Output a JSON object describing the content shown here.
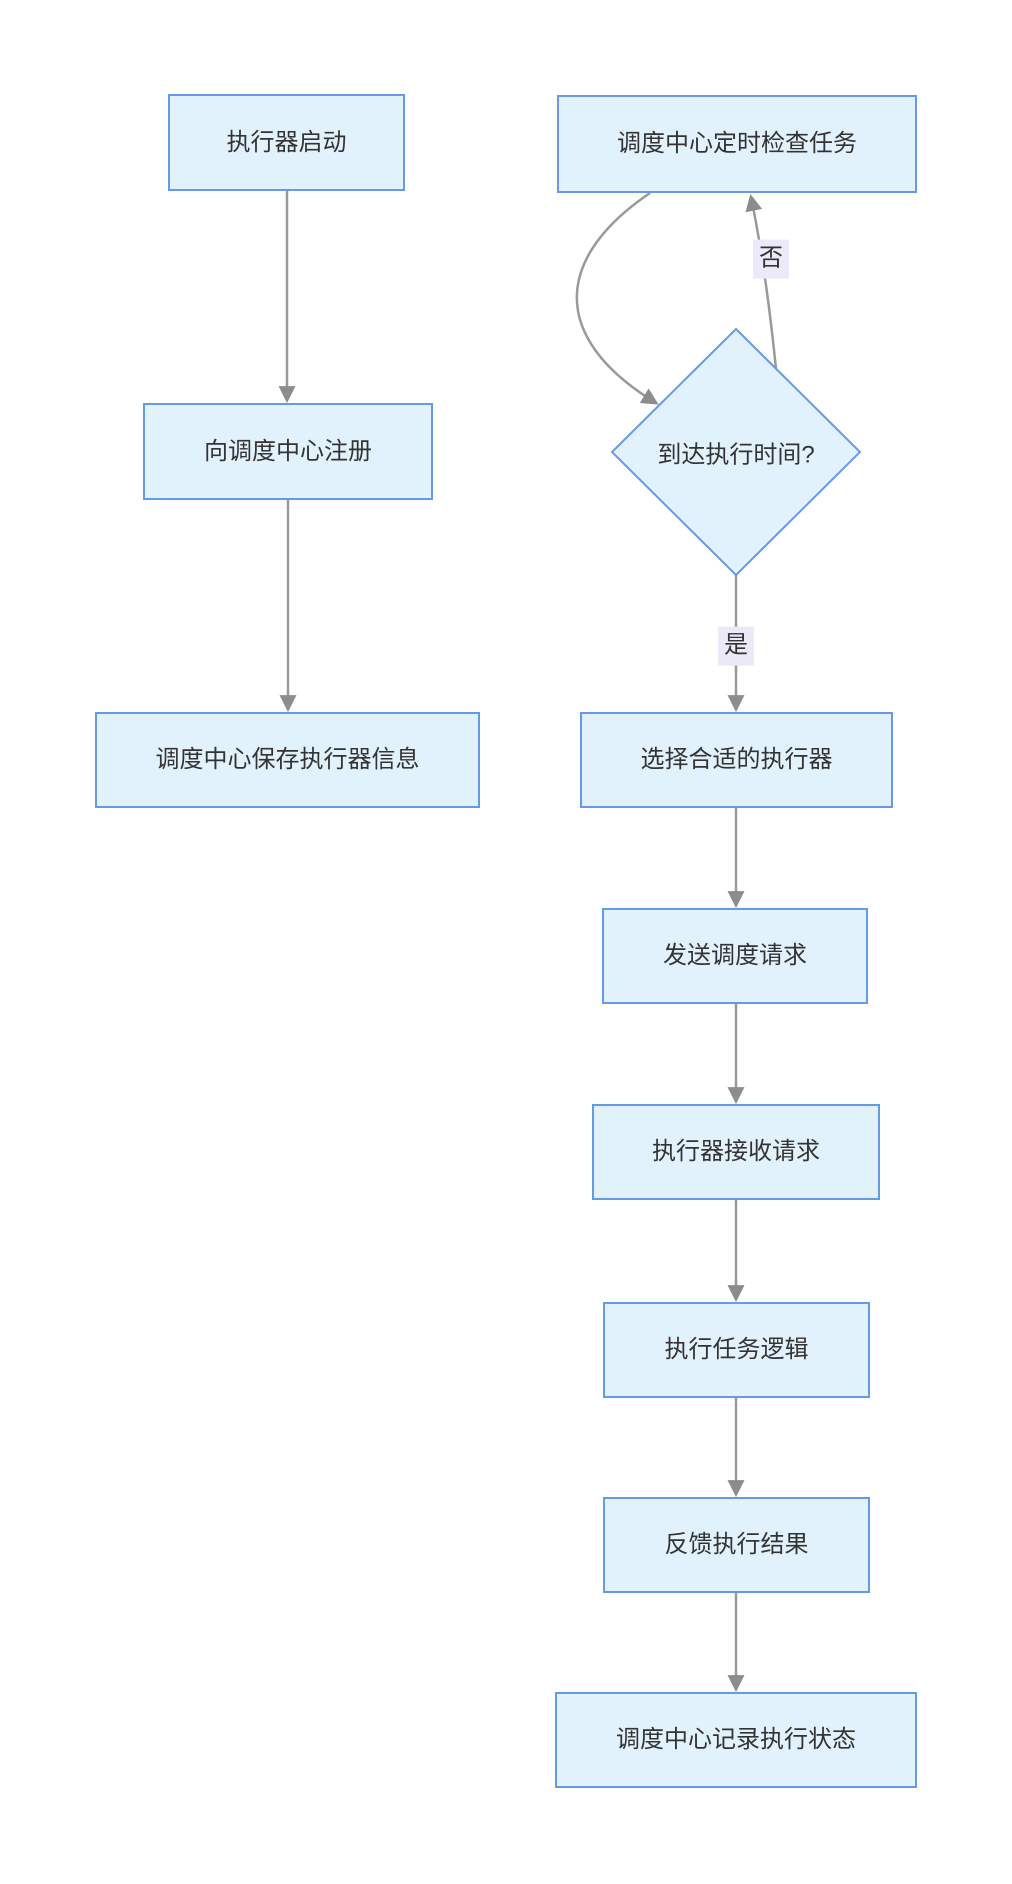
{
  "diagram": {
    "type": "flowchart",
    "direction": "top-down",
    "colors": {
      "node_fill": "#e2f2fd",
      "node_border": "#6699e6",
      "edge_color": "#999999",
      "arrow_color": "#8c8c8c",
      "label_bg": "#ece9f8",
      "text_color": "#333333",
      "bg": "#ffffff"
    },
    "nodes": [
      {
        "id": "exec_start",
        "shape": "rect",
        "label": "执行器启动"
      },
      {
        "id": "register",
        "shape": "rect",
        "label": "向调度中心注册"
      },
      {
        "id": "save_info",
        "shape": "rect",
        "label": "调度中心保存执行器信息"
      },
      {
        "id": "check_task",
        "shape": "rect",
        "label": "调度中心定时检查任务"
      },
      {
        "id": "decision",
        "shape": "diamond",
        "label": "到达执行时间?"
      },
      {
        "id": "select_executor",
        "shape": "rect",
        "label": "选择合适的执行器"
      },
      {
        "id": "send_request",
        "shape": "rect",
        "label": "发送调度请求"
      },
      {
        "id": "receive_request",
        "shape": "rect",
        "label": "执行器接收请求"
      },
      {
        "id": "execute_logic",
        "shape": "rect",
        "label": "执行任务逻辑"
      },
      {
        "id": "feedback_result",
        "shape": "rect",
        "label": "反馈执行结果"
      },
      {
        "id": "record_status",
        "shape": "rect",
        "label": "调度中心记录执行状态"
      }
    ],
    "edges": [
      {
        "from": "exec_start",
        "to": "register",
        "label": ""
      },
      {
        "from": "register",
        "to": "save_info",
        "label": ""
      },
      {
        "from": "check_task",
        "to": "decision",
        "label": ""
      },
      {
        "from": "decision",
        "to": "check_task",
        "label": "否"
      },
      {
        "from": "decision",
        "to": "select_executor",
        "label": "是"
      },
      {
        "from": "select_executor",
        "to": "send_request",
        "label": ""
      },
      {
        "from": "send_request",
        "to": "receive_request",
        "label": ""
      },
      {
        "from": "receive_request",
        "to": "execute_logic",
        "label": ""
      },
      {
        "from": "execute_logic",
        "to": "feedback_result",
        "label": ""
      },
      {
        "from": "feedback_result",
        "to": "record_status",
        "label": ""
      }
    ]
  }
}
